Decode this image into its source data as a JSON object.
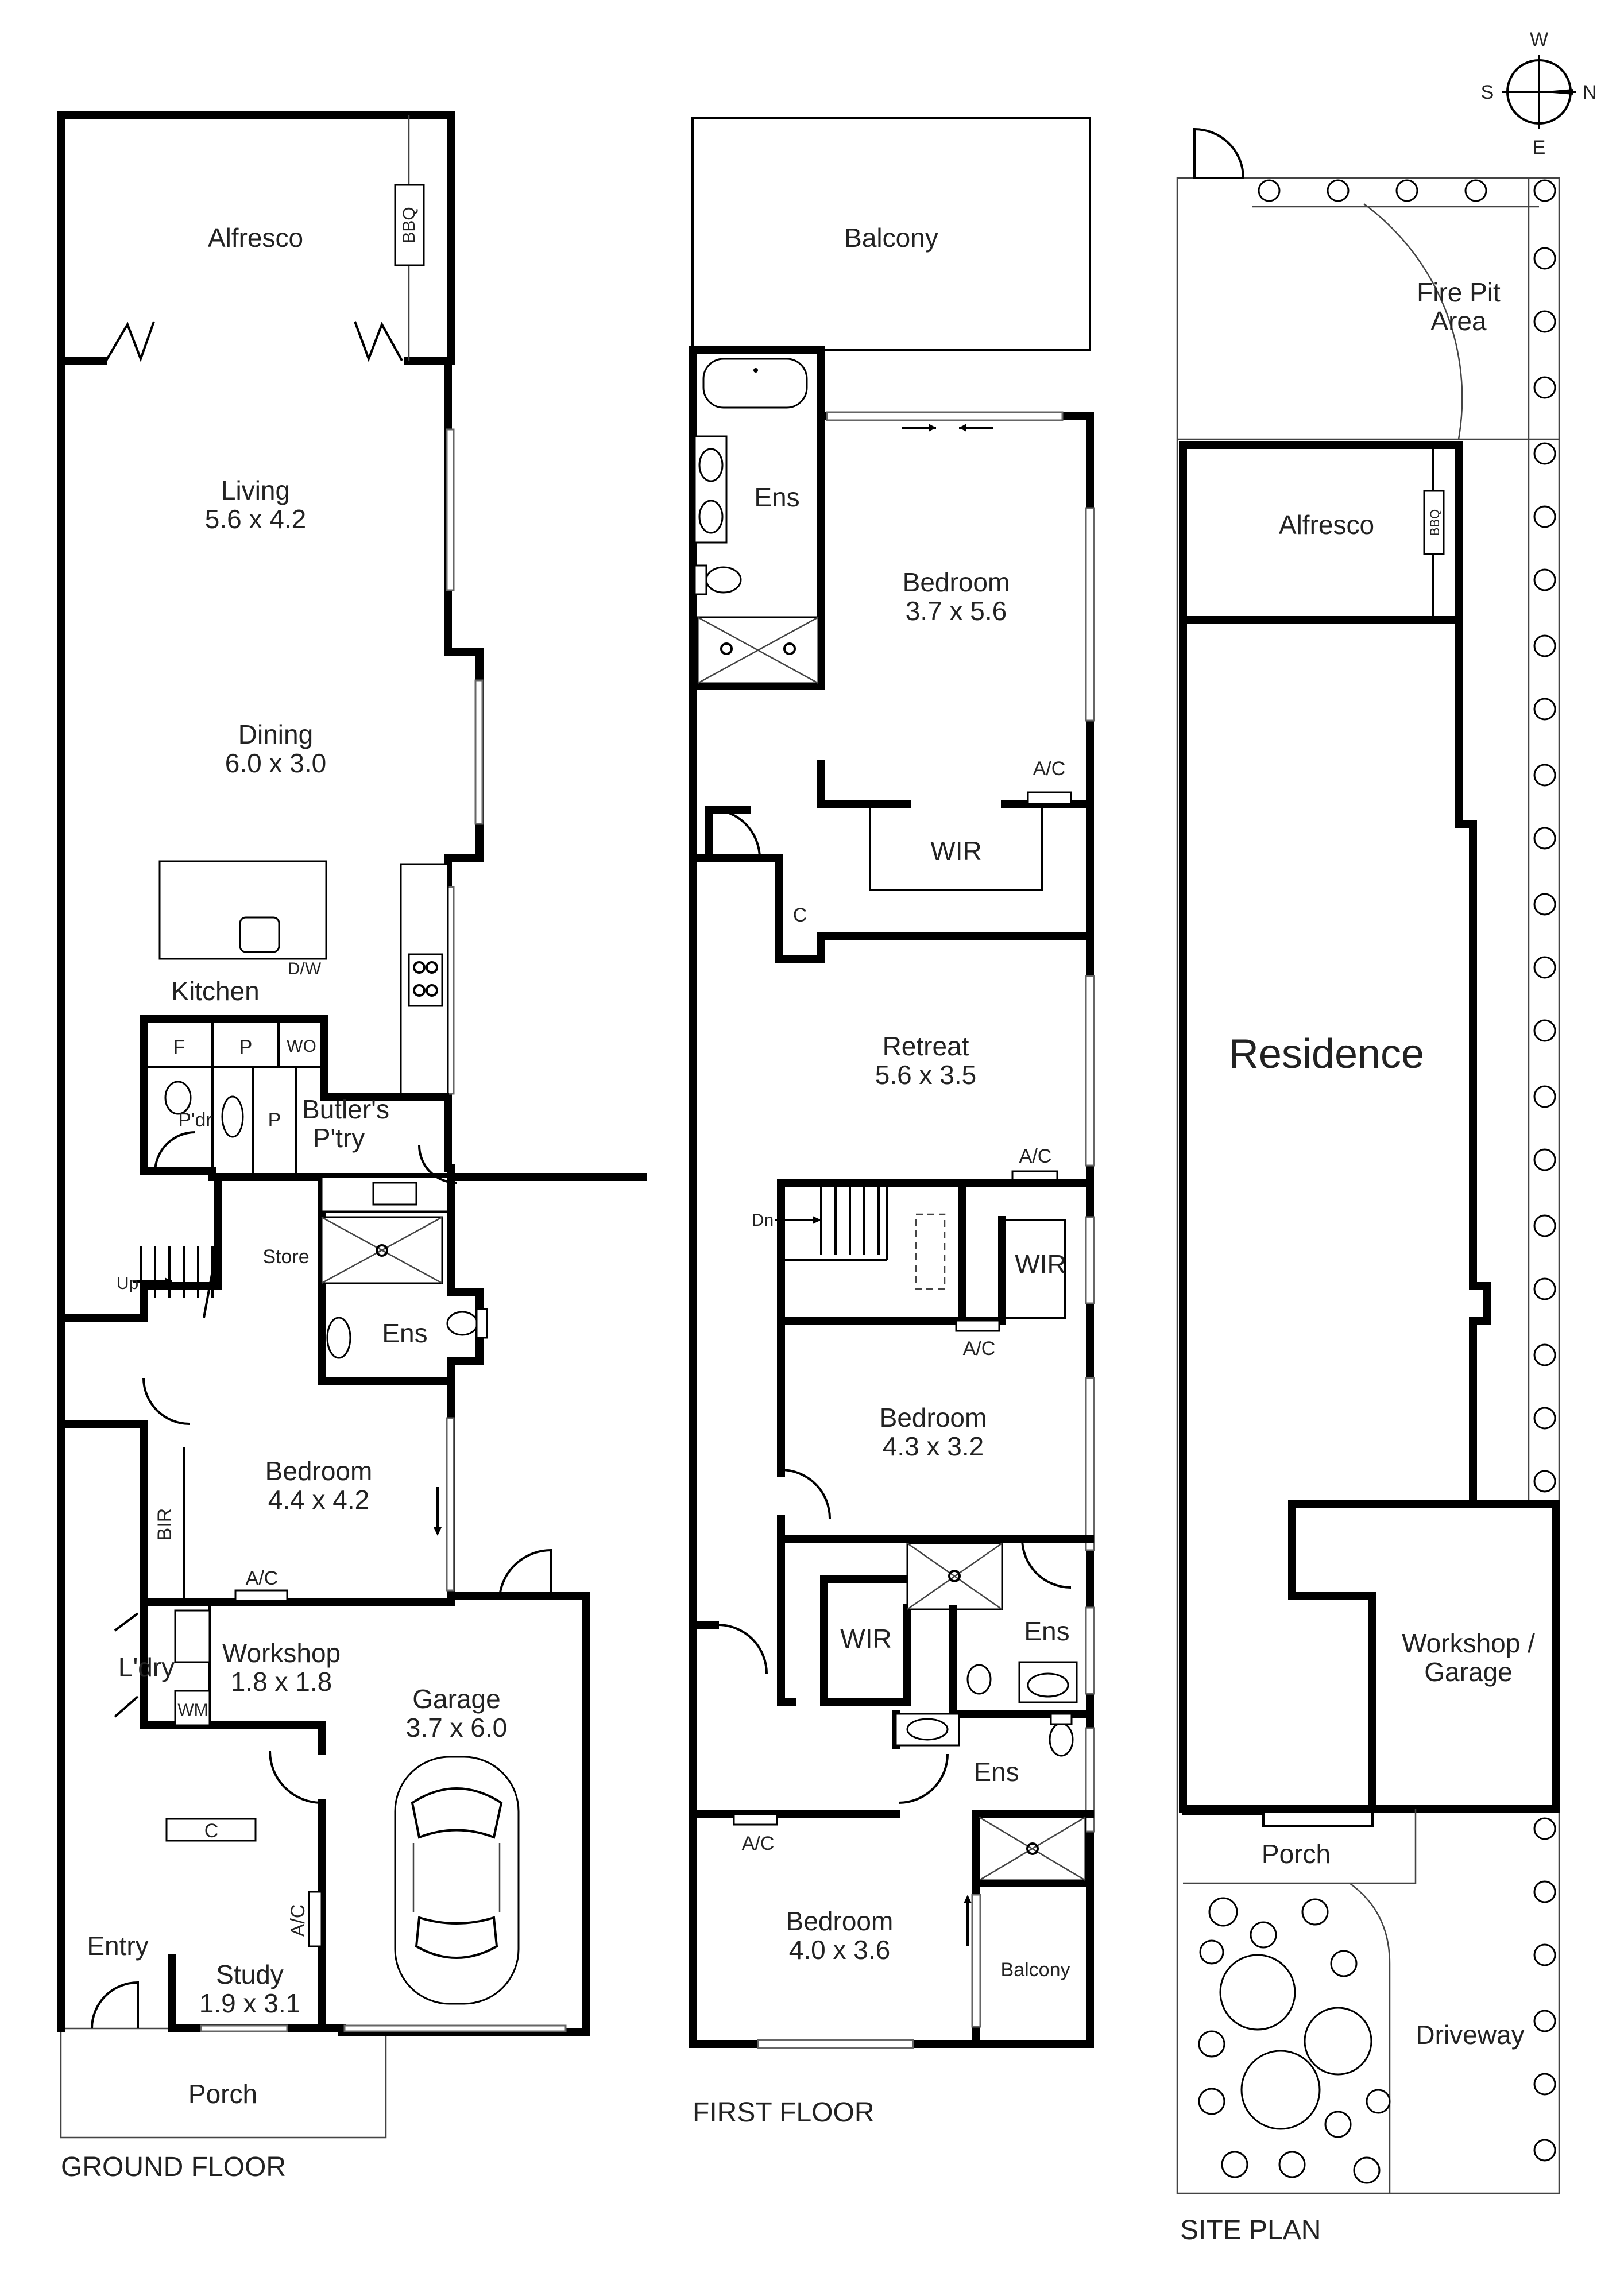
{
  "ground_floor": {
    "title": "GROUND FLOOR",
    "rooms": {
      "alfresco": "Alfresco",
      "bbq": "BBQ",
      "living_name": "Living",
      "living_size": "5.6 x 4.2",
      "dining_name": "Dining",
      "dining_size": "6.0 x 3.0",
      "dw": "D/W",
      "kitchen": "Kitchen",
      "f": "F",
      "p1": "P",
      "wo": "WO",
      "pdr": "P'dr",
      "p2": "P",
      "butlers_line1": "Butler's",
      "butlers_line2": "P'try",
      "store": "Store",
      "up": "Up",
      "ens": "Ens",
      "bedroom_name": "Bedroom",
      "bedroom_size": "4.4 x 4.2",
      "bir": "BIR",
      "ac1": "A/C",
      "ldry": "L'dry",
      "wm": "WM",
      "workshop_name": "Workshop",
      "workshop_size": "1.8 x 1.8",
      "garage_name": "Garage",
      "garage_size": "3.7 x 6.0",
      "c": "C",
      "ac2": "A/C",
      "entry": "Entry",
      "study_name": "Study",
      "study_size": "1.9 x 3.1",
      "porch": "Porch"
    }
  },
  "first_floor": {
    "title": "FIRST FLOOR",
    "rooms": {
      "balcony_top": "Balcony",
      "ens1": "Ens",
      "bedroom1_name": "Bedroom",
      "bedroom1_size": "3.7 x 5.6",
      "ac1": "A/C",
      "wir1": "WIR",
      "c": "C",
      "retreat_name": "Retreat",
      "retreat_size": "5.6 x 3.5",
      "ac2": "A/C",
      "dn": "Dn",
      "wir2": "WIR",
      "ac3": "A/C",
      "bedroom2_name": "Bedroom",
      "bedroom2_size": "4.3 x 3.2",
      "wir3": "WIR",
      "ens2": "Ens",
      "ens3": "Ens",
      "ac4": "A/C",
      "bedroom3_name": "Bedroom",
      "bedroom3_size": "4.0 x 3.6",
      "balcony_small": "Balcony"
    }
  },
  "site_plan": {
    "title": "SITE PLAN",
    "compass": {
      "w": "W",
      "s": "S",
      "n": "N",
      "e": "E"
    },
    "areas": {
      "fire_pit_line1": "Fire Pit",
      "fire_pit_line2": "Area",
      "alfresco": "Alfresco",
      "bbq": "BBQ",
      "residence": "Residence",
      "workshop_line1": "Workshop /",
      "workshop_line2": "Garage",
      "porch": "Porch",
      "driveway": "Driveway"
    }
  }
}
